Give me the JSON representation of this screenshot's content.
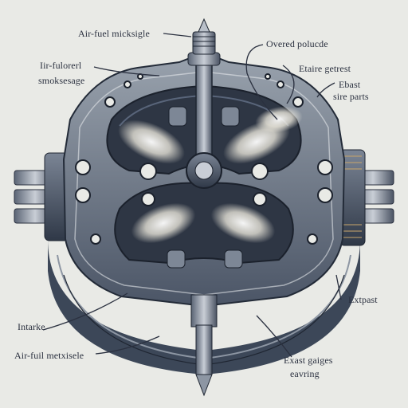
{
  "diagram": {
    "colors": {
      "background": "#e9eae6",
      "metal_dark": "#3c4758",
      "metal_mid": "#6b7686",
      "metal_light": "#b9c0c9",
      "ink": "#2b3140",
      "spray": "#f7f4e9"
    },
    "labels": {
      "top_left_1": "Air-fuel micksigle",
      "top_right_1": "Overed polucde",
      "left_upper_line1": "Iir-fulorerl",
      "left_upper_line2": "smoksesage",
      "right_upper_1": "Etaire getrest",
      "right_upper_2_line1": "Ebast",
      "right_upper_2_line2": "sire parts",
      "right_lower": "Extpast",
      "left_lower": "Intarke",
      "bottom_left": "Air-fuil metxisele",
      "bottom_right_line1": "Exast gaiges",
      "bottom_right_line2": "eavring"
    }
  }
}
